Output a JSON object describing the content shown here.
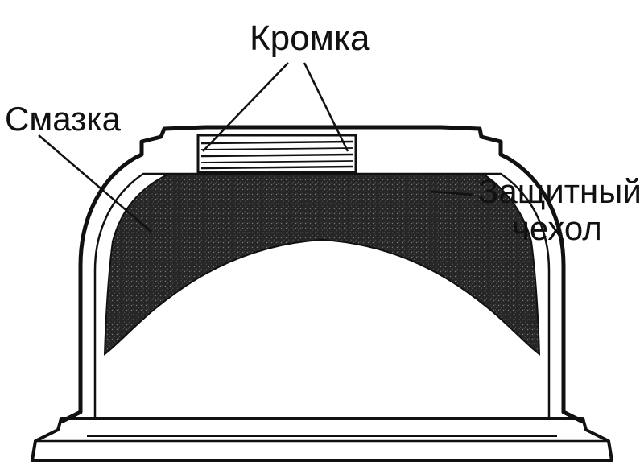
{
  "labels": {
    "edge": "Кромка",
    "grease": "Смазка",
    "boot_line1": "Защитный",
    "boot_line2": "чехол"
  },
  "colors": {
    "ink": "#111111",
    "grease_fill": "#2a2a2a",
    "background": "#ffffff"
  }
}
